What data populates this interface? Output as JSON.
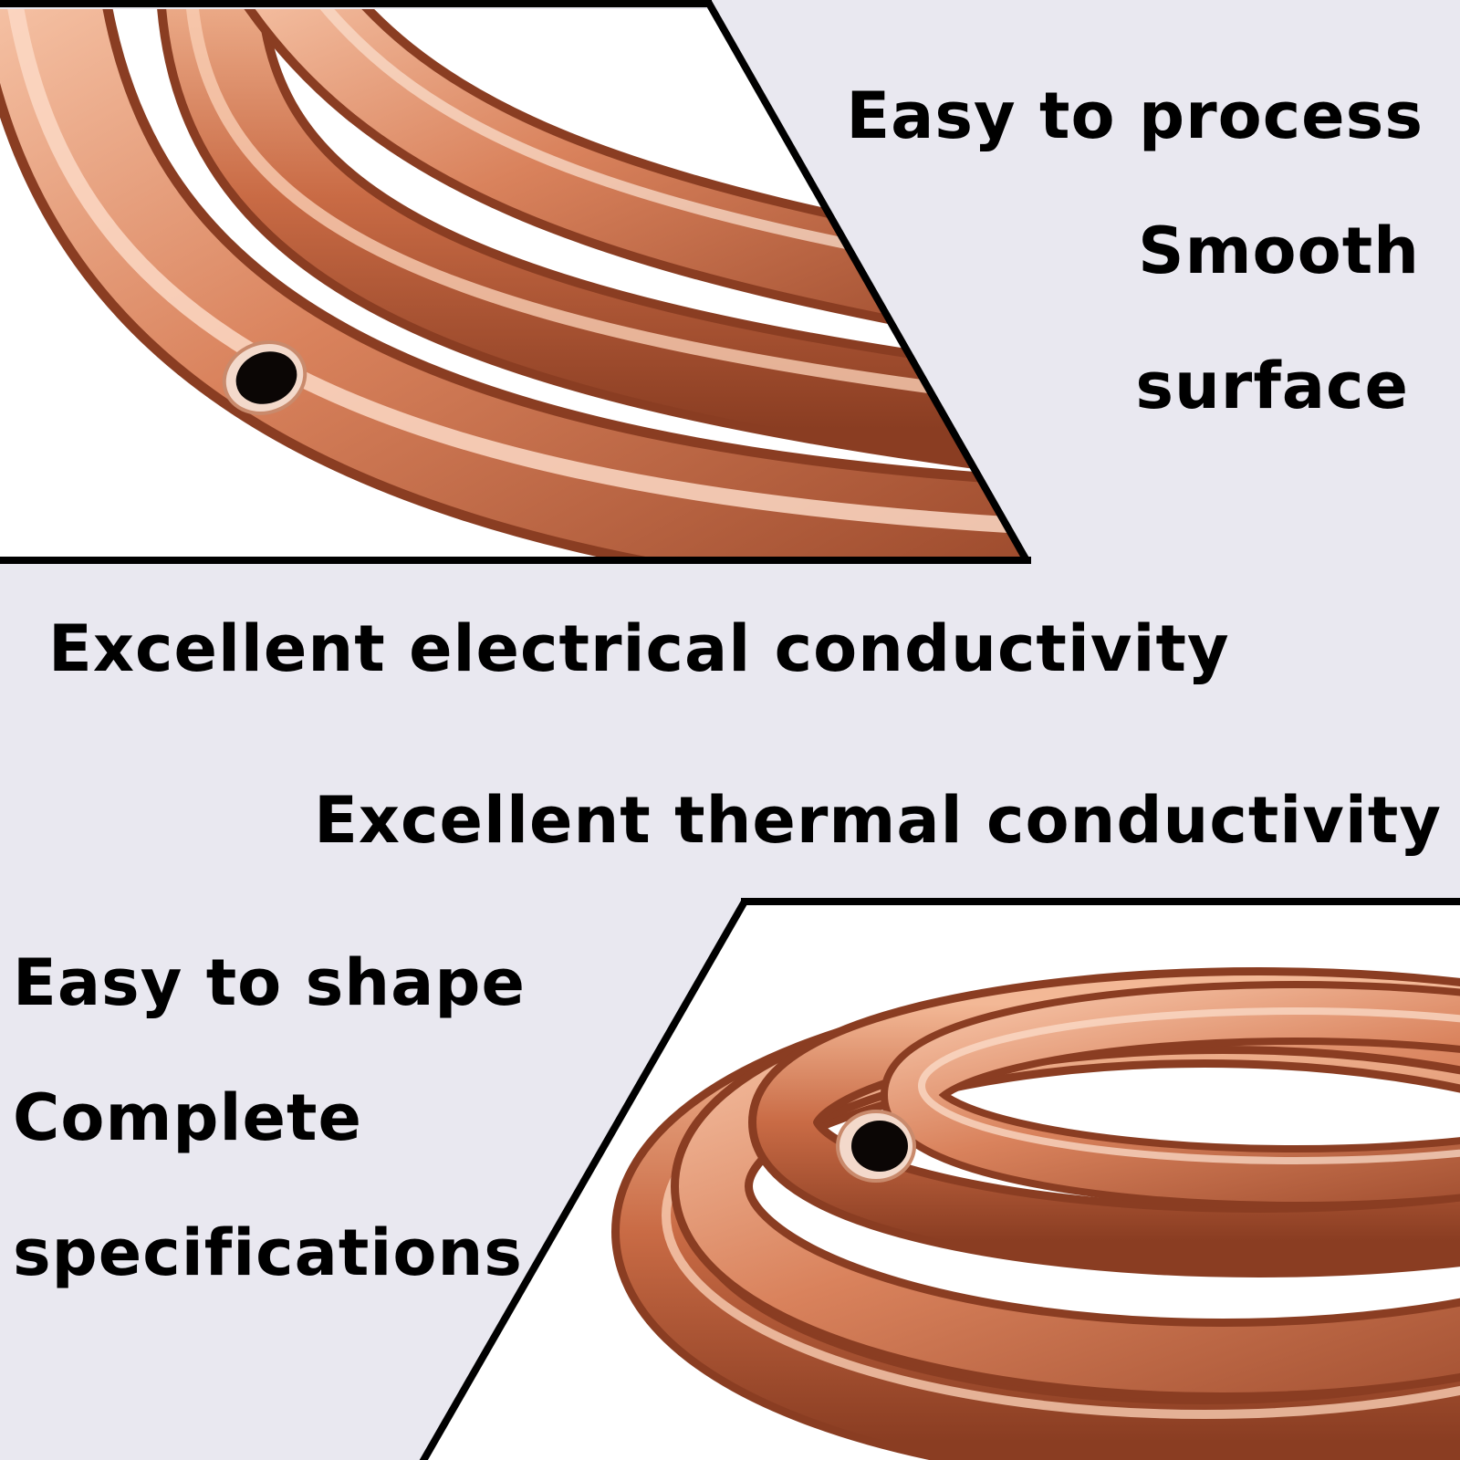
{
  "colors": {
    "background": "#e9e8f0",
    "panel": "#ffffff",
    "border": "#000000",
    "text": "#000000",
    "copper_light": "#f6c3a6",
    "copper_mid": "#d9825c",
    "copper_dark": "#9c4a2c",
    "copper_deep": "#6e2e18",
    "tube_hole": "#0b0605"
  },
  "features": {
    "easy_to_process": "Easy to process",
    "smooth_surface_line1": "Smooth",
    "smooth_surface_line2": "surface",
    "electrical_conductivity": "Excellent electrical conductivity",
    "thermal_conductivity": "Excellent thermal conductivity",
    "easy_to_shape": "Easy to shape",
    "complete_specs_line1": "Complete",
    "complete_specs_line2": "specifications"
  },
  "icons": {
    "top_photo": "copper-tube-coil-closeup",
    "bottom_photo": "copper-tube-coil-roll"
  }
}
